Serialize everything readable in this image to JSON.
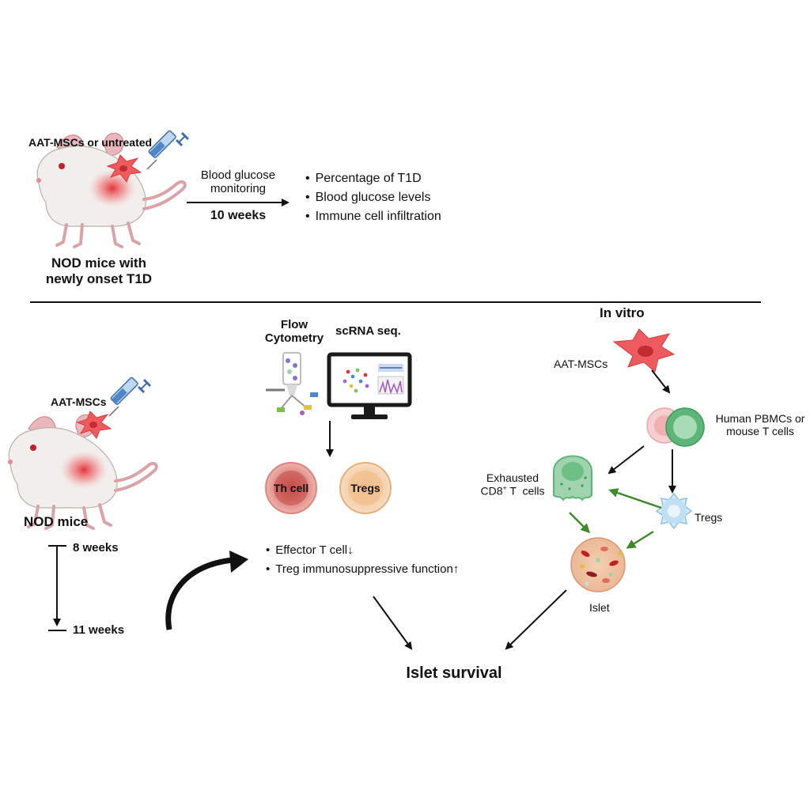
{
  "top": {
    "treatment_label": "AAT-MSCs or untreated",
    "mouse_label_line1": "NOD mice with",
    "mouse_label_line2": "newly onset T1D",
    "arrow_label_line1": "Blood glucose",
    "arrow_label_line2": "monitoring",
    "duration_label": "10 weeks",
    "outcomes": [
      "Percentage of T1D",
      "Blood glucose levels",
      "Immune cell infiltration"
    ]
  },
  "bottom_left": {
    "treatment_label": "AAT-MSCs",
    "mouse_label": "NOD mice",
    "timeline_start": "8 weeks",
    "timeline_end": "11 weeks"
  },
  "analysis": {
    "flow_line1": "Flow",
    "flow_line2": "Cytometry",
    "scrna_label": "scRNA seq.",
    "th_cell_label": "Th cell",
    "tregs_label": "Tregs",
    "result_1": "Effector T cell",
    "result_1_arrow": "↓",
    "result_2": "Treg immunosuppressive function",
    "result_2_arrow": "↑"
  },
  "in_vitro": {
    "title": "In vitro",
    "msc_label": "AAT-MSCs",
    "pbmc_line1": "Human PBMCs or",
    "pbmc_line2": "mouse T cells",
    "exhausted_line1": "Exhausted",
    "exhausted_line2_pre": "CD8",
    "exhausted_sup": "+",
    "exhausted_line2_post": " T  cells",
    "tregs_label": "Tregs",
    "islet_label": "Islet"
  },
  "conclusion": "Islet survival",
  "colors": {
    "mouse_fill": "#f1eeeb",
    "mouse_ear": "#eab7bd",
    "injection_glow": "#e2282f",
    "msc_fill": "#ee5b5e",
    "syringe_blue": "#4f86c6",
    "green_arrow": "#3f8a2a",
    "exhausted_cell": "#9fd4ae",
    "treg_cell": "#bfe0f2",
    "th_cell": "#e9a5a0",
    "tregs_cell": "#f3c9a0"
  },
  "icons": [
    "syringe-icon",
    "mouse-icon",
    "msc-cell-icon",
    "flow-cytometer-icon",
    "monitor-icon",
    "islet-icon"
  ]
}
